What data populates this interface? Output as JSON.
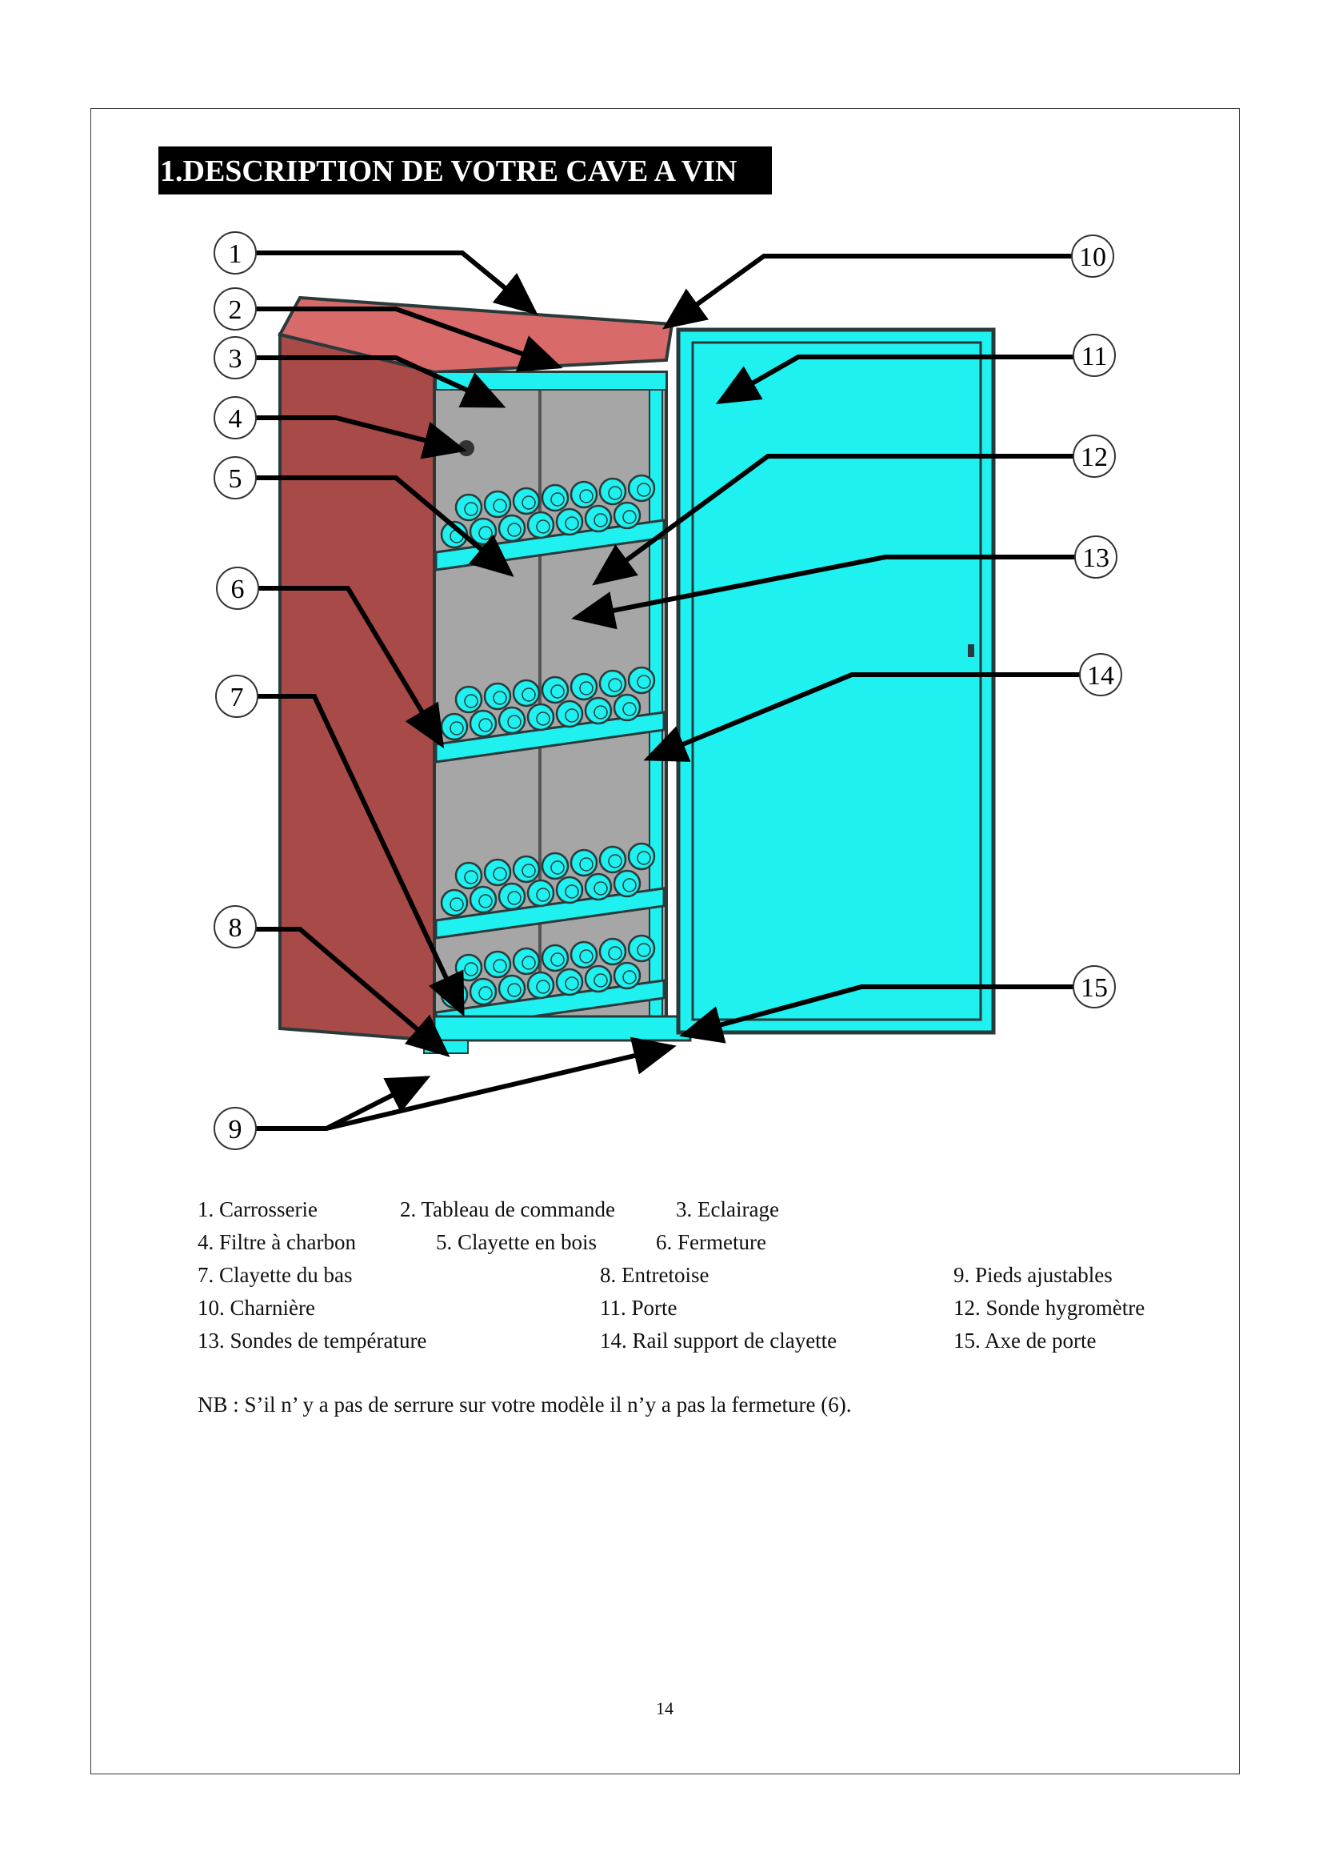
{
  "title": "1.DESCRIPTION DE VOTRE CAVE A VIN",
  "callouts": [
    "1",
    "2",
    "3",
    "4",
    "5",
    "6",
    "7",
    "8",
    "9",
    "10",
    "11",
    "12",
    "13",
    "14",
    "15"
  ],
  "legend": [
    "1. Carrosserie",
    "2. Tableau de commande",
    "3. Eclairage",
    "4. Filtre à charbon",
    "5. Clayette en bois",
    "6. Fermeture",
    "7. Clayette du bas",
    "8. Entretoise",
    "9. Pieds ajustables",
    "10. Charnière",
    "11. Porte",
    "12. Sonde hygromètre",
    "13. Sondes de température",
    "14. Rail support de clayette",
    "15. Axe de porte"
  ],
  "note": "NB : S’il n’ y a pas de serrure sur votre modèle il n’y a pas la fermeture (6).",
  "page_number": "14",
  "colors": {
    "side": "#a84a48",
    "top": "#d86a6a",
    "interior": "#a6a6a6",
    "cyan": "#1ff0f0",
    "outline": "#2a3a3a"
  }
}
